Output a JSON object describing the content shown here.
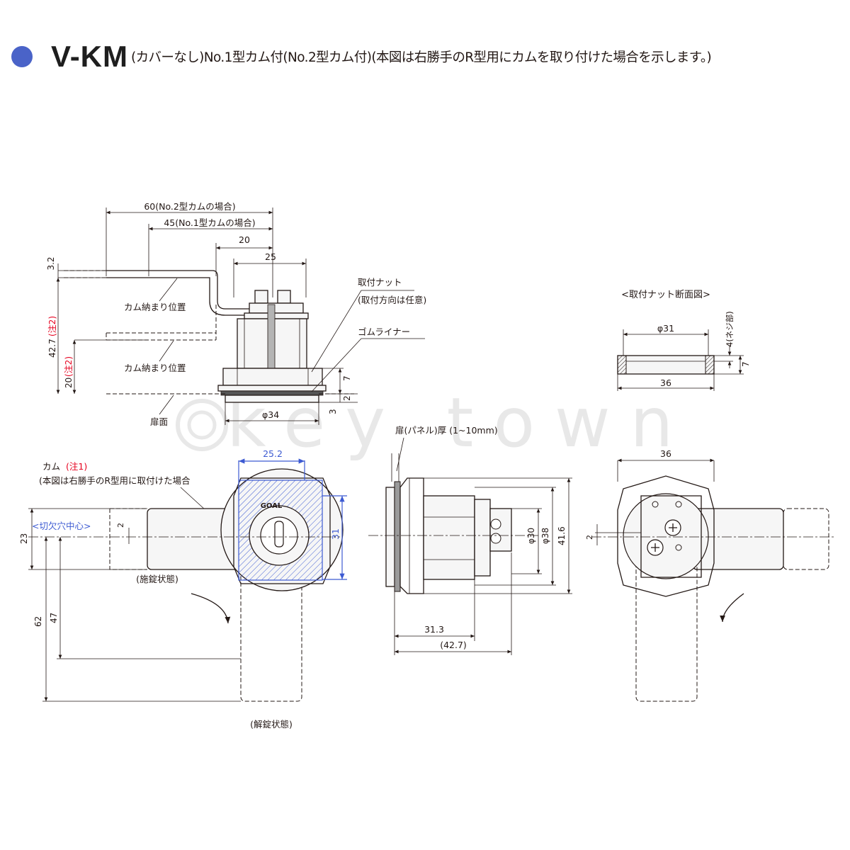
{
  "header": {
    "model": "V-KM",
    "subtitle": "(カバーなし)No.1型カム付(No.2型カム付)(本図は右勝手のR型用にカムを取り付けた場合を示します。)",
    "bullet_color": "#4a63c8"
  },
  "watermark": "key town",
  "labels": {
    "dim_60": "60(No.2型カムの場合)",
    "dim_45": "45(No.1型カムの場合)",
    "dim_20": "20",
    "dim_25": "25",
    "dim_3_2": "3.2",
    "dim_42_7": "42.7",
    "dim_42_7_note": "(注2)",
    "dim_20_side": "20",
    "dim_20_note": "(注2)",
    "cam_pos_1": "カム納まり位置",
    "cam_pos_2": "カム納まり位置",
    "door_face": "扉面",
    "nut_label": "取付ナット",
    "nut_dir": "(取付方向は任意)",
    "rubber_liner": "ゴムライナー",
    "dim_7": "7",
    "dim_2": "2",
    "dim_3": "3",
    "dim_phi34": "φ34",
    "section_title": "<取付ナット断面図>",
    "sec_phi31": "φ31",
    "sec_36": "36",
    "sec_4": "4(ネジ部)",
    "sec_7": "7",
    "panel": "扉(パネル)厚 (1~10mm)",
    "cam_label": "カム",
    "cam_note": "(注1)",
    "cam_desc": "(本図は右勝手のR型用に取付けた場合",
    "cutout_center": "<切欠穴中心>",
    "dim_25_2": "25.2",
    "dim_31": "31",
    "dim_2_front": "2",
    "dim_23": "23",
    "dim_62": "62",
    "dim_47": "47",
    "locked": "(施錠状態)",
    "unlocked": "(解錠状態)",
    "brand": "GOAL",
    "dim_phi30": "φ30",
    "dim_phi38": "φ38",
    "dim_41_6": "41.6",
    "dim_31_3": "31.3",
    "dim_42_7_paren": "(42.7)",
    "dim_36_back": "36",
    "dim_2_back": "2"
  },
  "colors": {
    "note_red": "#e6001e",
    "dim_blue": "#3c5ad2",
    "line": "#231815"
  }
}
